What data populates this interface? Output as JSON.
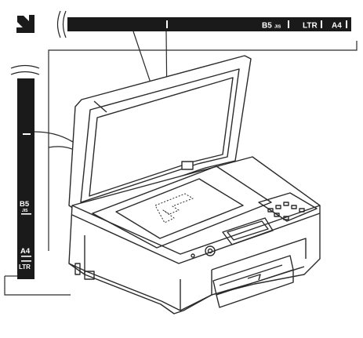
{
  "scale_top": {
    "labels": [
      "B5",
      "LTR",
      "A4"
    ],
    "b5_suffix": "JIS"
  },
  "scale_left": {
    "b5": "B5",
    "b5_suffix": "JIS",
    "a4": "A4",
    "ltr": "LTR"
  },
  "colors": {
    "scale_bar": "#1a1a1a",
    "line": "#2a2a2a",
    "background": "#ffffff"
  },
  "icons": {
    "corner_arrow": "arrow-down-right-icon"
  }
}
